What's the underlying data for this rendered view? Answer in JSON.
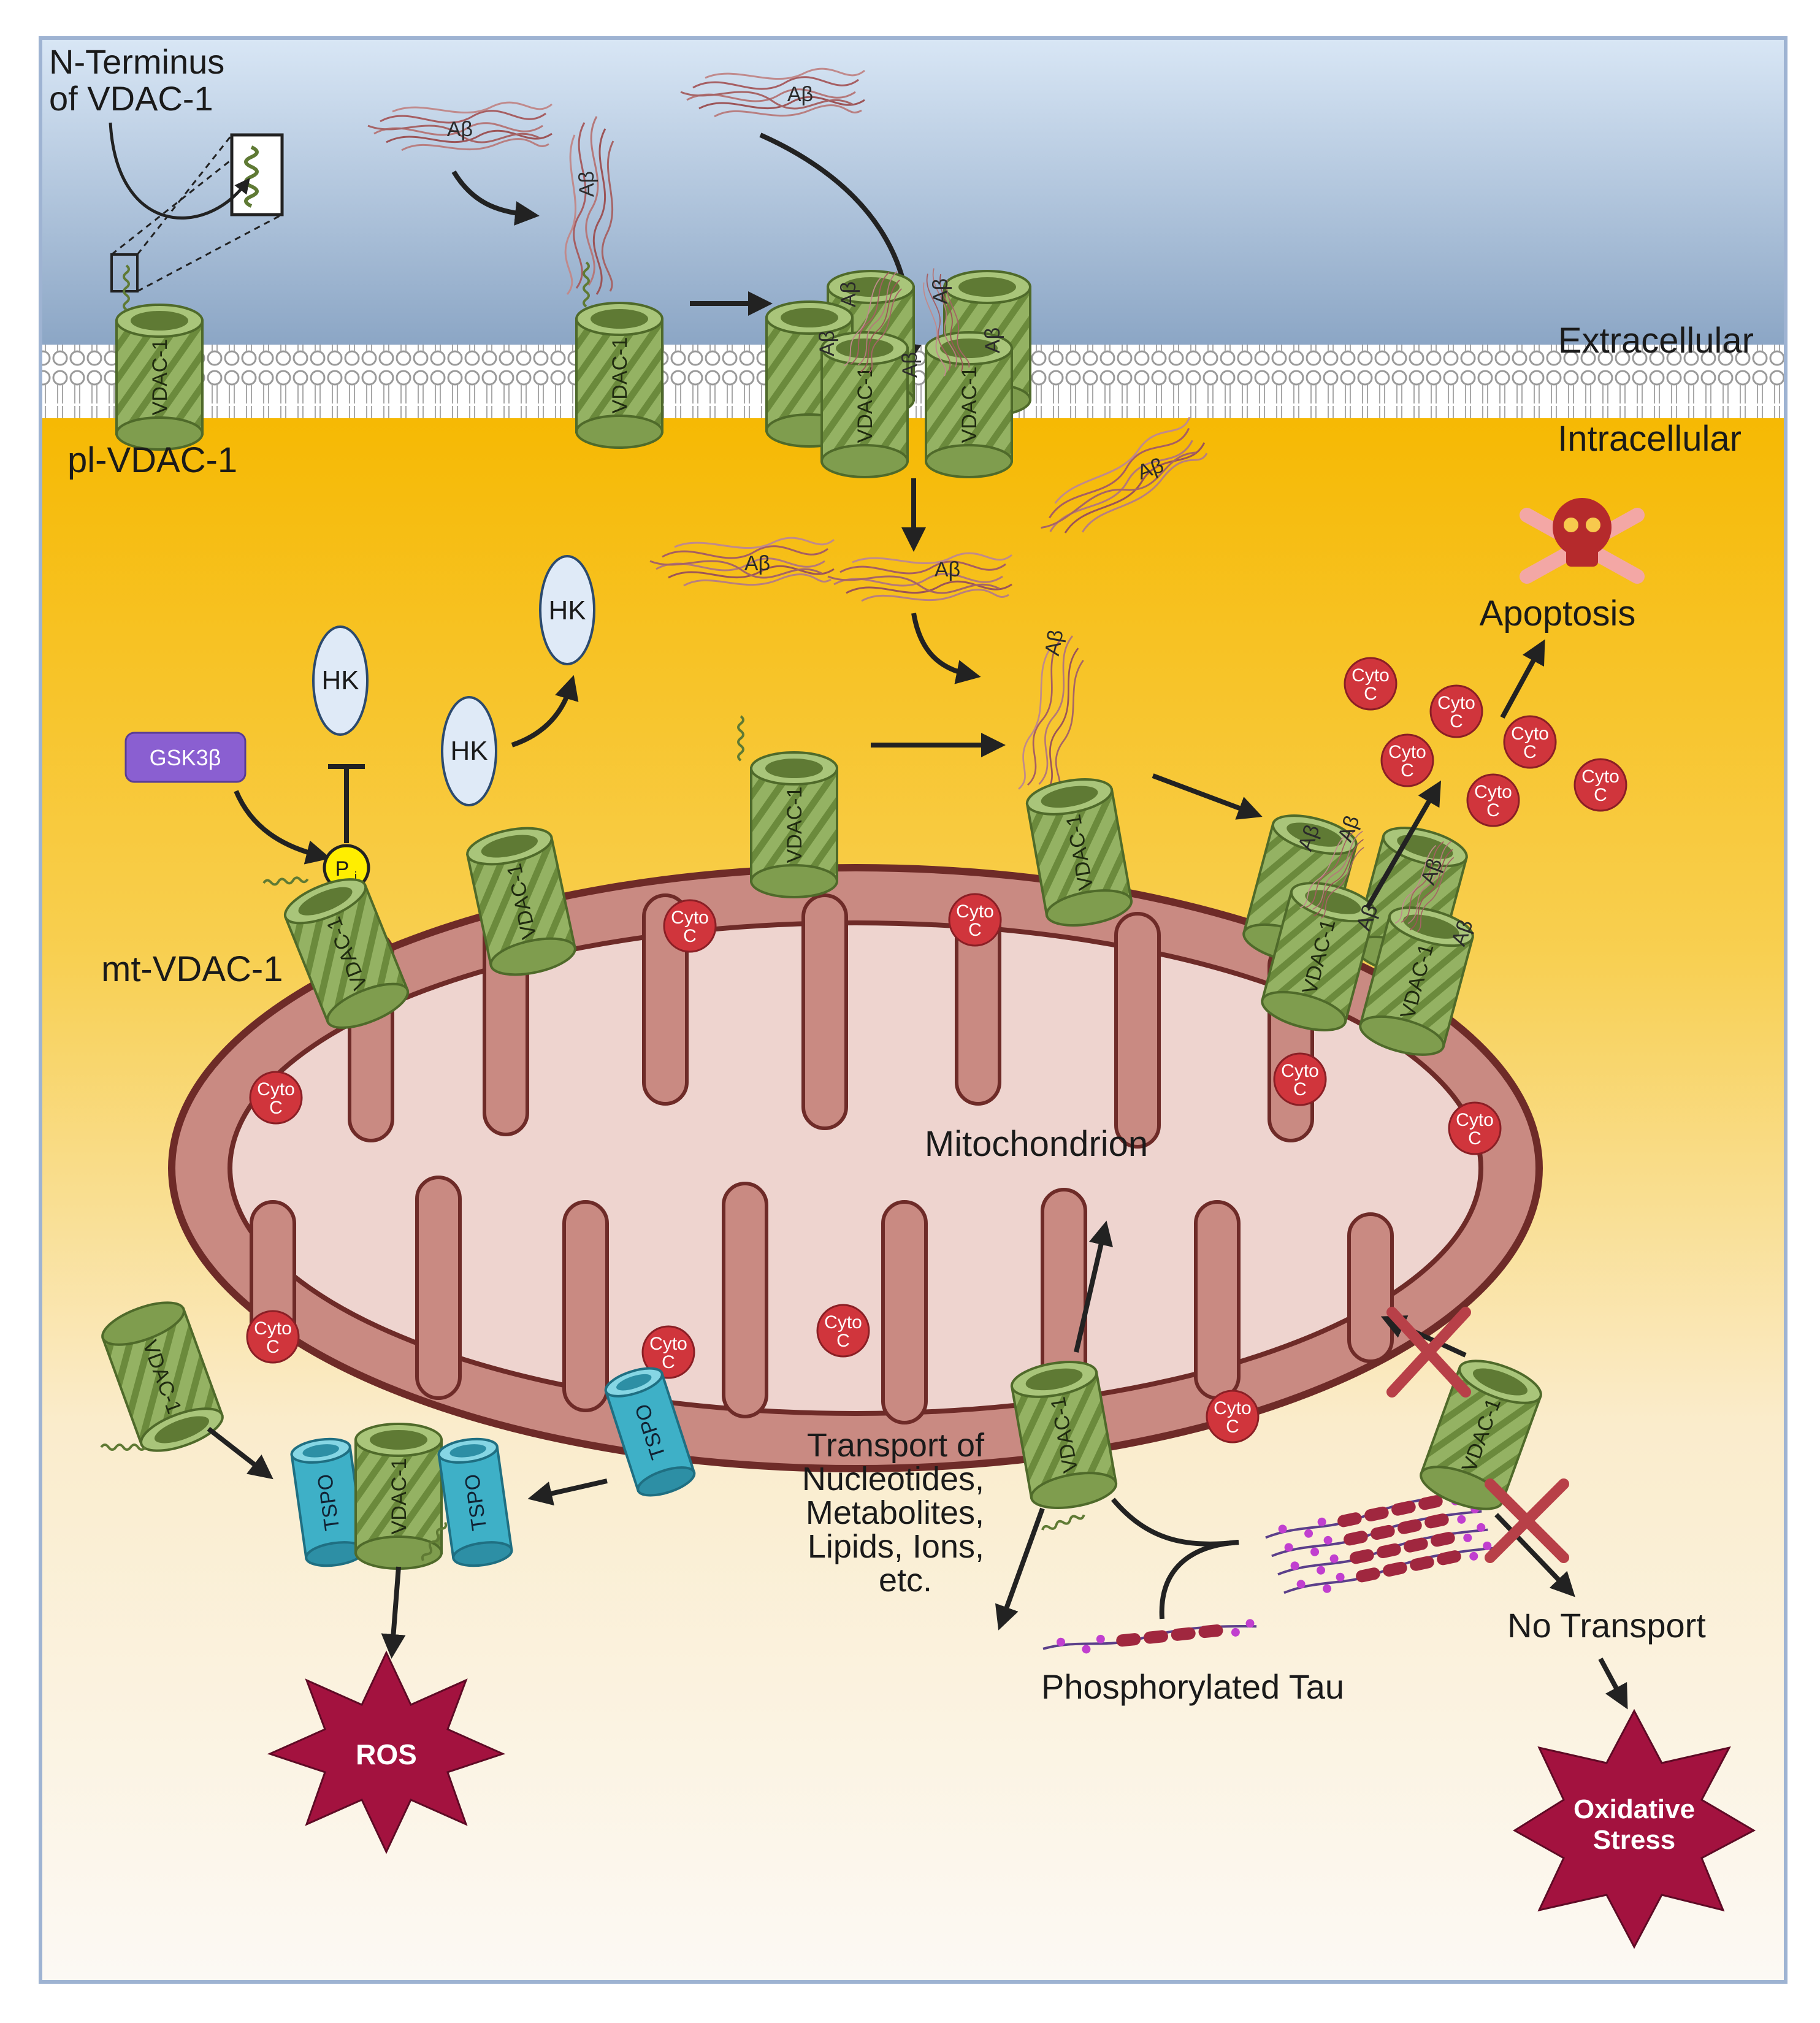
{
  "labels": {
    "n_terminus_line1": "N-Terminus",
    "n_terminus_line2": "of VDAC-1",
    "extracellular": "Extracellular",
    "intracellular": "Intracellular",
    "pl_vdac": "pl-VDAC-1",
    "mt_vdac": "mt-VDAC-1",
    "mitochondrion": "Mitochondrion",
    "apoptosis": "Apoptosis",
    "transport_1": "Transport of",
    "transport_2": "Nucleotides,",
    "transport_3": "Metabolites,",
    "transport_4": "Lipids, Ions,",
    "transport_5": "etc.",
    "no_transport": "No Transport",
    "phospho_tau": "Phosphorylated Tau",
    "ros": "ROS",
    "oxidative_1": "Oxidative",
    "oxidative_2": "Stress",
    "gsk3b": "GSK3β",
    "hk": "HK",
    "pi": "P",
    "pi_sub": "i",
    "abeta": "Aβ",
    "vdac": "VDAC-1",
    "vdac_mirror": "VDAC-1",
    "tspo": "TSPO",
    "cyto_1": "Cyto",
    "cyto_2": "C"
  },
  "colors": {
    "extracellular_top": "#cfe0f4",
    "extracellular_bottom": "#8ea9c8",
    "intracellular_top": "#f5b900",
    "intracellular_bottom": "#fbf8f2",
    "vdac_body": "#8fad5d",
    "vdac_stripe": "#5f7a34",
    "mito_outer": "#c98b83",
    "mito_inner": "#eed3cf",
    "cyto_c": "#d0333a",
    "gsk3b": "#8a5fd1",
    "hk": "#ddeaf7",
    "tspo": "#3fb5cc",
    "ros": "#a3123f",
    "block_x": "#b84048"
  }
}
